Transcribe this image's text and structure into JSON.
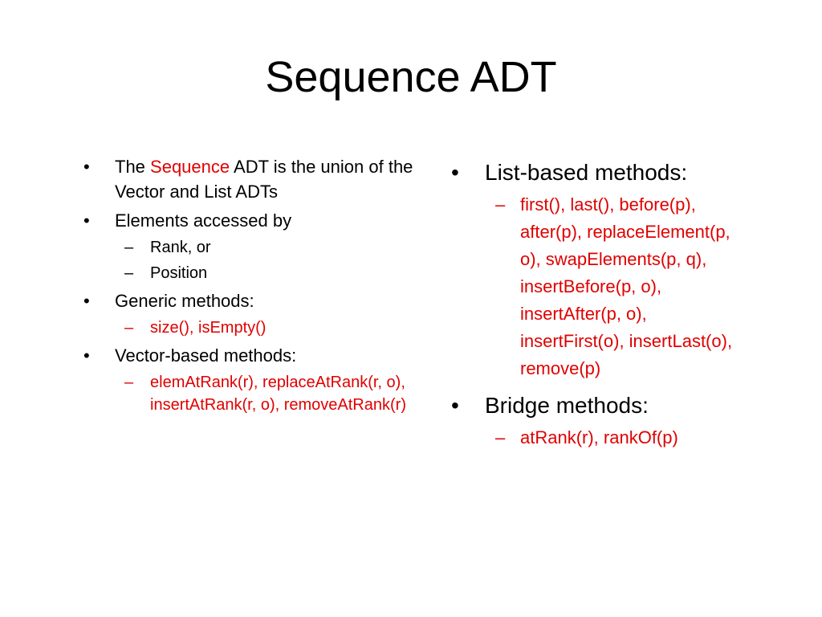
{
  "title": "Sequence ADT",
  "bullet_glyph": "•",
  "dash_glyph": "–",
  "colors": {
    "highlight": "#e00000",
    "text": "#000000",
    "background": "#ffffff"
  },
  "left": {
    "intro": {
      "before": "The ",
      "highlight": "Sequence",
      "after": " ADT is the union of the Vector and List ADTs"
    },
    "accessed": {
      "label": "Elements accessed by",
      "items": [
        "Rank, or",
        "Position"
      ]
    },
    "generic": {
      "label": "Generic methods:",
      "methods": "size(), isEmpty()"
    },
    "vector": {
      "label": "Vector-based methods:",
      "methods": "elemAtRank(r), replaceAtRank(r, o), insertAtRank(r, o), removeAtRank(r)"
    }
  },
  "right": {
    "list": {
      "label": "List-based methods:",
      "methods": "first(), last(), before(p), after(p), replaceElement(p, o), swapElements(p, q), insertBefore(p, o), insertAfter(p, o), insertFirst(o), insertLast(o), remove(p)"
    },
    "bridge": {
      "label": "Bridge methods:",
      "methods": "atRank(r), rankOf(p)"
    }
  }
}
